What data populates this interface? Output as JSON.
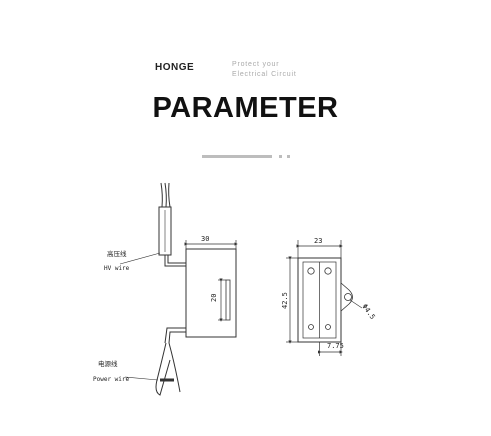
{
  "header": {
    "logo_text": "HONGE",
    "logo_subtext": "",
    "slogan_lines": [
      "Protect your",
      "Electrical Circuit"
    ]
  },
  "title": "PARAMETER",
  "front_view": {
    "width_label": "30",
    "height_label": "20",
    "hv_wire_cn": "高压线",
    "hv_wire_en": "HV wire",
    "power_wire_cn": "电源线",
    "power_wire_en": "Power wire"
  },
  "side_view": {
    "width_label": "23",
    "height_label": "42.5",
    "hole_label": "Φ4.5",
    "offset_label": "7.75"
  }
}
